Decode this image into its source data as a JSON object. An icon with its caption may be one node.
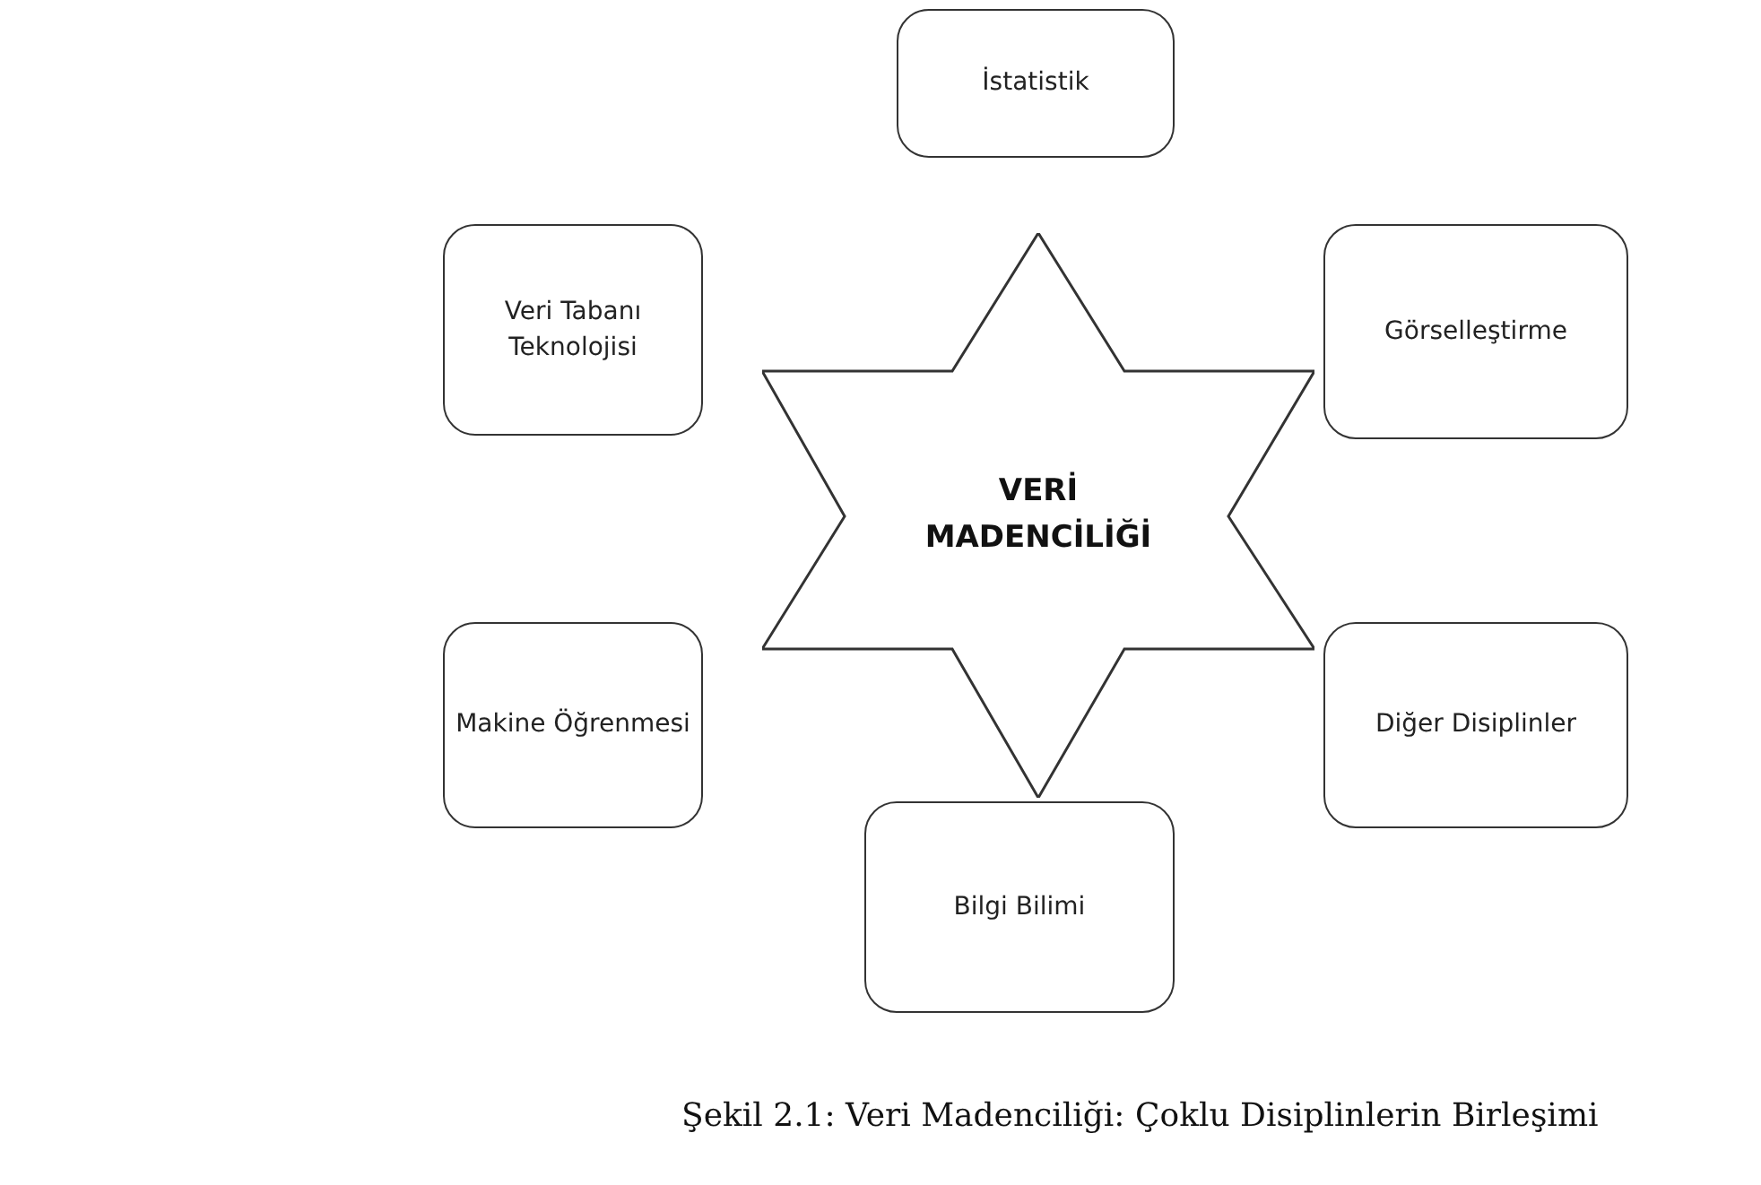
{
  "diagram": {
    "caption": "Şekil 2.1: Veri Madenciliği: Çoklu Disiplinlerin Birleşimi",
    "nodes": [
      {
        "text": [
          "İstatistik"
        ]
      },
      {
        "text": [
          "Veri Tabanı Teknolojisi"
        ]
      },
      {
        "text": [
          "Görselleştirme"
        ]
      },
      {
        "text": [
          "VERİ MADENCİLİĞİ"
        ]
      },
      {
        "text": [
          "Makine Öğrenmesi"
        ]
      },
      {
        "text": [
          "Diğer Disiplinler"
        ]
      },
      {
        "text": [
          "Bilgi Bilimi"
        ]
      }
    ],
    "edges": []
  }
}
